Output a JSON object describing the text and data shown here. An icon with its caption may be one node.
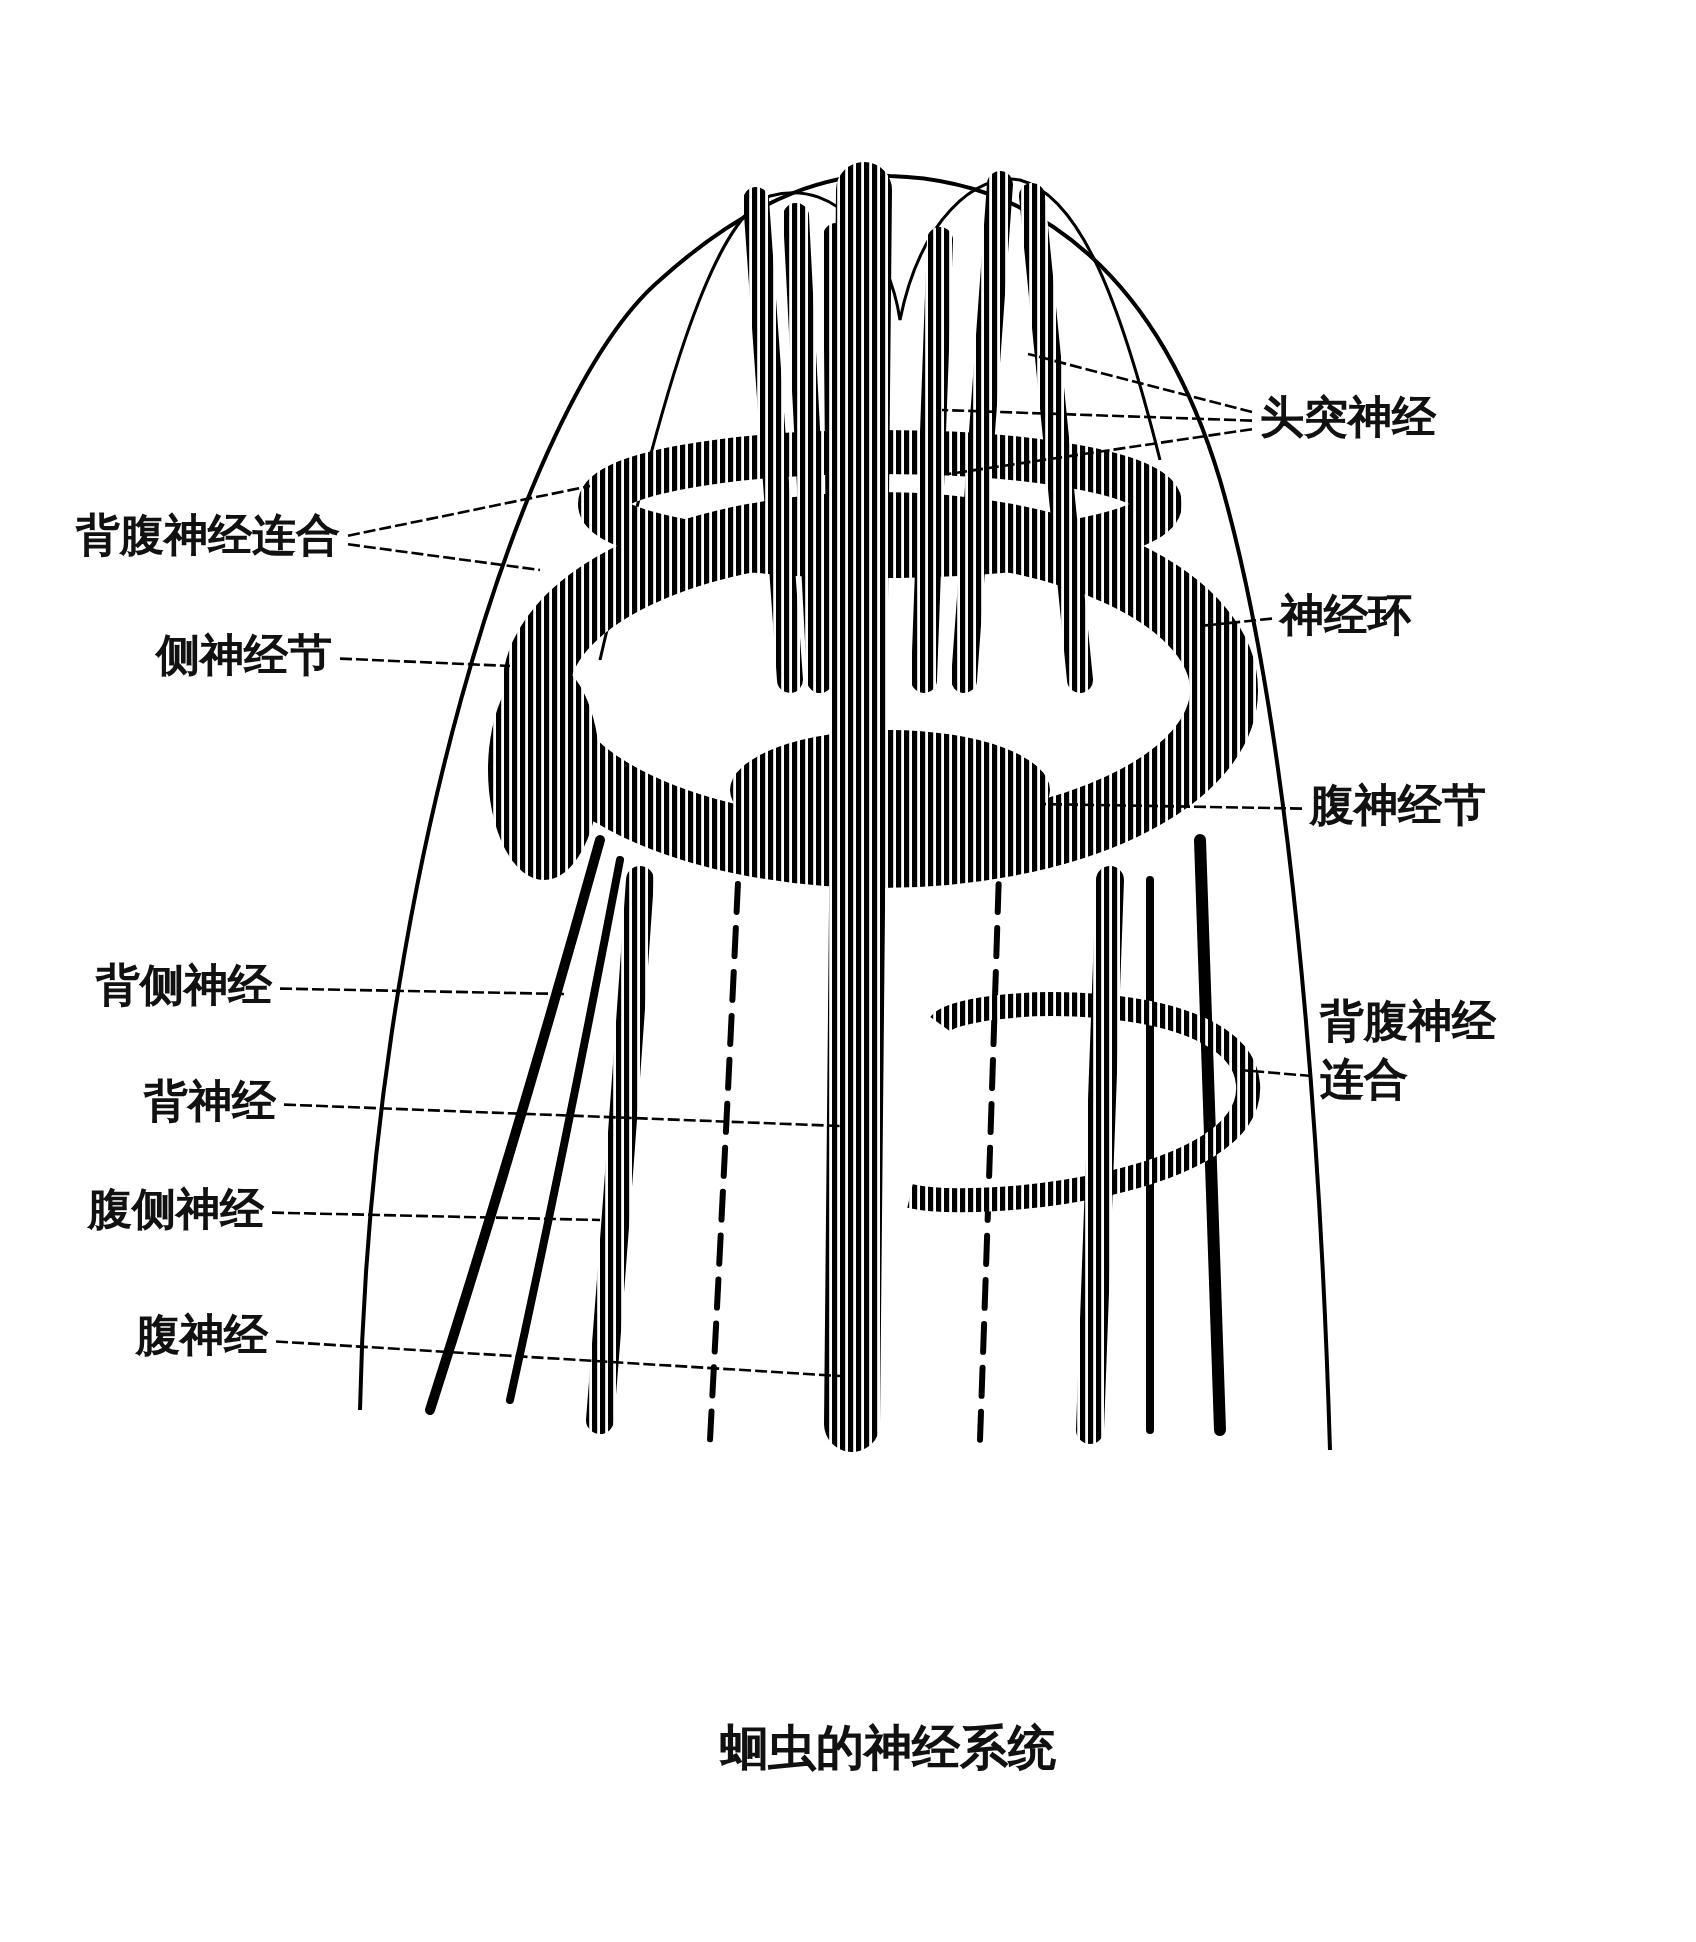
{
  "diagram": {
    "caption": "蛔虫的神经系统",
    "nodes": [
      {
        "text": [
          "头突神经"
        ]
      },
      {
        "text": [
          "背腹神经连合"
        ]
      },
      {
        "text": [
          "神经环"
        ]
      },
      {
        "text": [
          "侧神经节"
        ]
      },
      {
        "text": [
          "腹神经节"
        ]
      },
      {
        "text": [
          "背侧神经"
        ]
      },
      {
        "text": [
          "背腹神经连合"
        ]
      },
      {
        "text": [
          "背神经"
        ]
      },
      {
        "text": [
          "腹侧神经"
        ]
      },
      {
        "text": [
          "腹神经"
        ]
      }
    ],
    "edges": [
      {
        "from": 0,
        "to": null,
        "arrow": "none"
      },
      {
        "from": 0,
        "to": null,
        "arrow": "none"
      },
      {
        "from": 0,
        "to": null,
        "arrow": "none"
      },
      {
        "from": 1,
        "to": null,
        "arrow": "none"
      },
      {
        "from": 1,
        "to": null,
        "arrow": "none"
      },
      {
        "from": 2,
        "to": null,
        "arrow": "none"
      },
      {
        "from": 3,
        "to": null,
        "arrow": "none"
      },
      {
        "from": 4,
        "to": null,
        "arrow": "none"
      },
      {
        "from": 5,
        "to": null,
        "arrow": "none"
      },
      {
        "from": 6,
        "to": null,
        "arrow": "none"
      },
      {
        "from": 7,
        "to": null,
        "arrow": "none"
      },
      {
        "from": 8,
        "to": null,
        "arrow": "none"
      },
      {
        "from": 9,
        "to": null,
        "arrow": "none"
      }
    ]
  }
}
